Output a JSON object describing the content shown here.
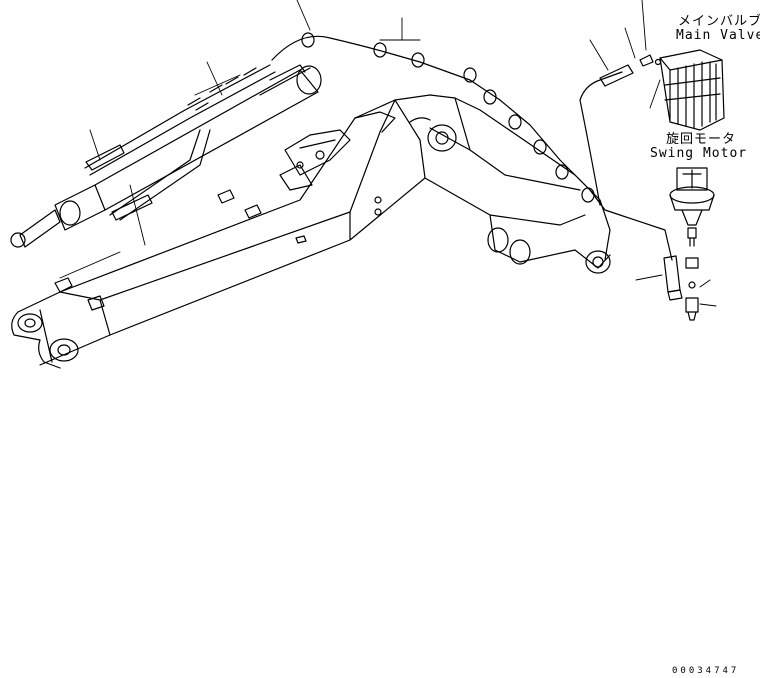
{
  "labels": {
    "main_valve_jp": "メインバルブ",
    "main_valve_en": "Main Valve",
    "swing_motor_jp": "旋回モータ",
    "swing_motor_en": "Swing Motor"
  },
  "drawing_code": "00034747"
}
